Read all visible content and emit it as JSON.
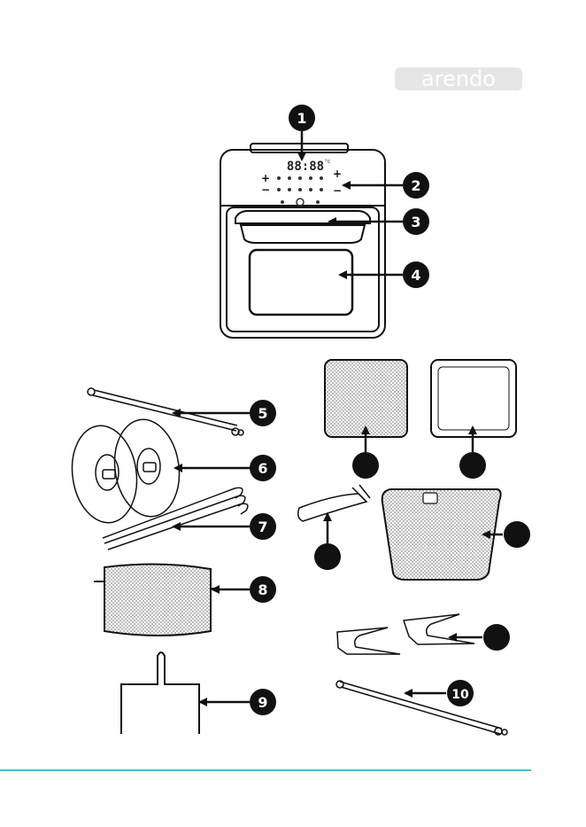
{
  "brand": {
    "logo_text": "arendo",
    "color": "#e6e6e6"
  },
  "oven_display": {
    "readout": "88:88",
    "unit": "°c"
  },
  "accent_color": "#1aa3b8",
  "callouts": [
    {
      "label": "1"
    },
    {
      "label": "2"
    },
    {
      "label": "3"
    },
    {
      "label": "4"
    },
    {
      "label": "5"
    },
    {
      "label": "6"
    },
    {
      "label": "7"
    },
    {
      "label": "8"
    },
    {
      "label": "9"
    },
    {
      "label": "10"
    },
    {
      "label": ""
    },
    {
      "label": ""
    },
    {
      "label": ""
    },
    {
      "label": ""
    },
    {
      "label": ""
    }
  ]
}
